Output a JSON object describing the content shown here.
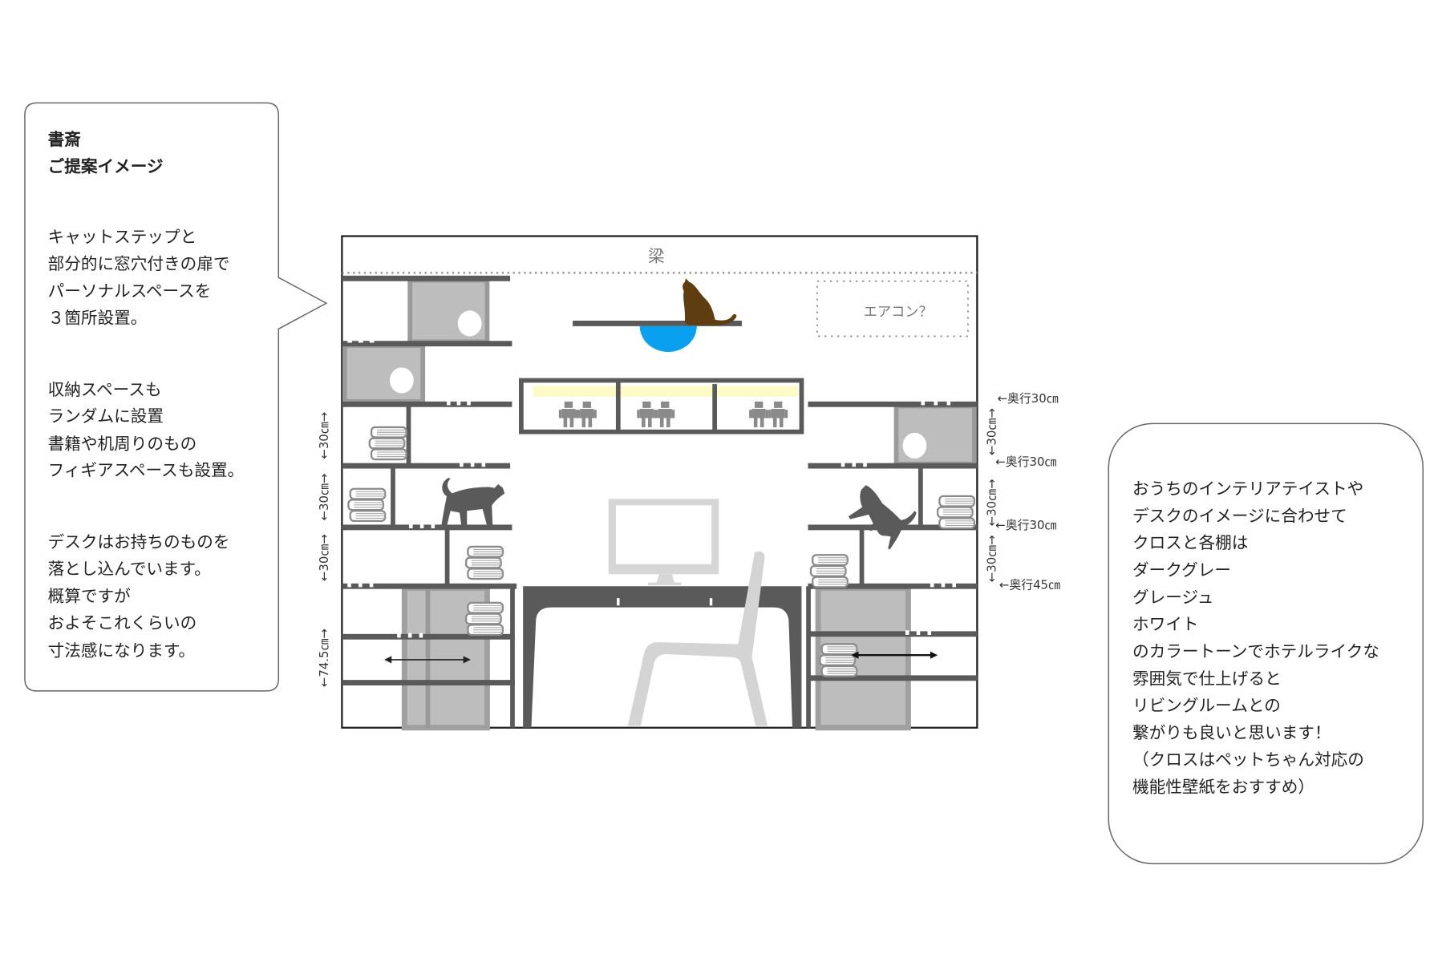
{
  "left_note": {
    "title_lines": [
      "書斎",
      "ご提案イメージ"
    ],
    "paragraph1": [
      "キャットステップと",
      "部分的に窓穴付きの扉で",
      "パーソナルスペースを",
      "３箇所設置。"
    ],
    "paragraph2": [
      "収納スペースも",
      "ランダムに設置",
      "書籍や机周りのもの",
      "フィギアスペースも設置。"
    ],
    "paragraph3": [
      "デスクはお持ちのものを",
      "落とし込んでいます。",
      "概算ですが",
      "およそこれくらいの",
      "寸法感になります。"
    ]
  },
  "right_note": {
    "lines": [
      "おうちのインテリアテイストや",
      "デスクのイメージに合わせて",
      "クロスと各棚は",
      "ダークグレー",
      "グレージュ",
      "ホワイト",
      "のカラートーンでホテルライクな",
      "雰囲気で仕上げると",
      "リビングルームとの",
      "繋がりも良いと思います！",
      "（クロスはペットちゃん対応の",
      "機能性壁紙をおすすめ）"
    ]
  },
  "drawing": {
    "beam_label": "梁",
    "aircon_label": "エアコン？",
    "left_dimensions": [
      "←30㎝→",
      "←30㎝→",
      "←30㎝→",
      "←74.5㎝→"
    ],
    "right_dimensions": [
      "←30㎝→",
      "←30㎝→",
      "←30㎝→"
    ],
    "depth_labels": [
      "←奥行30㎝",
      "←奥行30㎝",
      "←奥行30㎝",
      "←奥行45㎝"
    ],
    "colors": {
      "shelf": "#5a5a5a",
      "box": "#bdbdbd",
      "bowl": "#0aa0f0",
      "cat_top": "#5e3d10",
      "light": "#fffbc8"
    }
  }
}
